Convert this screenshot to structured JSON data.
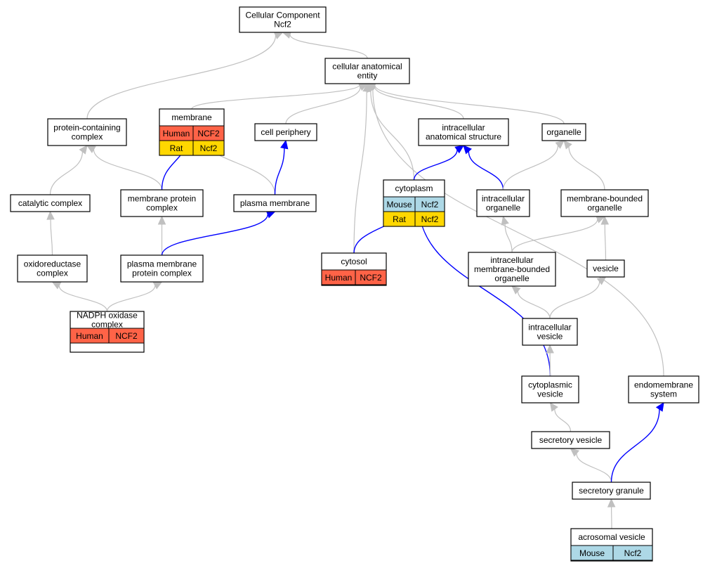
{
  "colors": {
    "edge_default": "#c0c0c0",
    "edge_highlight": "#0000ff",
    "human": "#ff6347",
    "rat": "#ffd700",
    "mouse": "#add8e6",
    "node_border": "#000000",
    "node_fill": "#ffffff"
  },
  "nodes": {
    "root": {
      "lines": [
        "Cellular Component",
        "Ncf2"
      ]
    },
    "cae": {
      "lines": [
        "cellular anatomical",
        "entity"
      ]
    },
    "pcc": {
      "lines": [
        "protein-containing",
        "complex"
      ]
    },
    "membrane": {
      "lines": [
        "membrane"
      ],
      "annotations": [
        {
          "species": "Human",
          "gene": "NCF2"
        },
        {
          "species": "Rat",
          "gene": "Ncf2"
        }
      ]
    },
    "cellper": {
      "lines": [
        "cell periphery"
      ]
    },
    "ias": {
      "lines": [
        "intracellular",
        "anatomical structure"
      ]
    },
    "organelle": {
      "lines": [
        "organelle"
      ]
    },
    "catalytic": {
      "lines": [
        "catalytic complex"
      ]
    },
    "mpc": {
      "lines": [
        "membrane protein",
        "complex"
      ]
    },
    "pm": {
      "lines": [
        "plasma membrane"
      ]
    },
    "cytoplasm": {
      "lines": [
        "cytoplasm"
      ],
      "annotations": [
        {
          "species": "Mouse",
          "gene": "Ncf2"
        },
        {
          "species": "Rat",
          "gene": "Ncf2"
        }
      ]
    },
    "iorg": {
      "lines": [
        "intracellular",
        "organelle"
      ]
    },
    "mbo": {
      "lines": [
        "membrane-bounded",
        "organelle"
      ]
    },
    "oxido": {
      "lines": [
        "oxidoreductase",
        "complex"
      ]
    },
    "pmpc": {
      "lines": [
        "plasma membrane",
        "protein complex"
      ]
    },
    "cytosol": {
      "lines": [
        "cytosol"
      ],
      "annotations": [
        {
          "species": "Human",
          "gene": "NCF2"
        }
      ]
    },
    "imbo": {
      "lines": [
        "intracellular",
        "membrane-bounded",
        "organelle"
      ]
    },
    "vesicle": {
      "lines": [
        "vesicle"
      ]
    },
    "nadph": {
      "lines": [
        "NADPH oxidase",
        "complex"
      ],
      "annotations": [
        {
          "species": "Human",
          "gene": "NCF2"
        }
      ]
    },
    "ivesicle": {
      "lines": [
        "intracellular",
        "vesicle"
      ]
    },
    "cvesicle": {
      "lines": [
        "cytoplasmic",
        "vesicle"
      ]
    },
    "endo": {
      "lines": [
        "endomembrane",
        "system"
      ]
    },
    "svesicle": {
      "lines": [
        "secretory vesicle"
      ]
    },
    "sgranule": {
      "lines": [
        "secretory granule"
      ]
    },
    "acro": {
      "lines": [
        "acrosomal vesicle"
      ],
      "annotations": [
        {
          "species": "Mouse",
          "gene": "Ncf2"
        }
      ]
    }
  },
  "edges": [
    {
      "from": "cae",
      "to": "root",
      "highlight": false
    },
    {
      "from": "pcc",
      "to": "root",
      "highlight": false
    },
    {
      "from": "membrane",
      "to": "cae",
      "highlight": false
    },
    {
      "from": "cellper",
      "to": "cae",
      "highlight": false
    },
    {
      "from": "ias",
      "to": "cae",
      "highlight": false
    },
    {
      "from": "organelle",
      "to": "cae",
      "highlight": false
    },
    {
      "from": "cytoplasm",
      "to": "cae",
      "highlight": false
    },
    {
      "from": "cytosol",
      "to": "cae",
      "highlight": false
    },
    {
      "from": "endo",
      "to": "cae",
      "highlight": false
    },
    {
      "from": "catalytic",
      "to": "pcc",
      "highlight": false
    },
    {
      "from": "mpc",
      "to": "pcc",
      "highlight": false
    },
    {
      "from": "mpc",
      "to": "membrane",
      "highlight": true
    },
    {
      "from": "pm",
      "to": "membrane",
      "highlight": false
    },
    {
      "from": "pm",
      "to": "cellper",
      "highlight": true
    },
    {
      "from": "cytoplasm",
      "to": "ias",
      "highlight": true
    },
    {
      "from": "iorg",
      "to": "ias",
      "highlight": true
    },
    {
      "from": "iorg",
      "to": "organelle",
      "highlight": false
    },
    {
      "from": "mbo",
      "to": "organelle",
      "highlight": false
    },
    {
      "from": "oxido",
      "to": "catalytic",
      "highlight": false
    },
    {
      "from": "pmpc",
      "to": "mpc",
      "highlight": false
    },
    {
      "from": "pmpc",
      "to": "pm",
      "highlight": true
    },
    {
      "from": "cytosol",
      "to": "cytoplasm",
      "highlight": true
    },
    {
      "from": "cvesicle",
      "to": "cytoplasm",
      "highlight": true
    },
    {
      "from": "imbo",
      "to": "iorg",
      "highlight": false
    },
    {
      "from": "imbo",
      "to": "mbo",
      "highlight": false
    },
    {
      "from": "vesicle",
      "to": "mbo",
      "highlight": false
    },
    {
      "from": "nadph",
      "to": "oxido",
      "highlight": false
    },
    {
      "from": "nadph",
      "to": "pmpc",
      "highlight": false
    },
    {
      "from": "ivesicle",
      "to": "imbo",
      "highlight": false
    },
    {
      "from": "ivesicle",
      "to": "vesicle",
      "highlight": false
    },
    {
      "from": "cvesicle",
      "to": "ivesicle",
      "highlight": false
    },
    {
      "from": "svesicle",
      "to": "cvesicle",
      "highlight": false
    },
    {
      "from": "sgranule",
      "to": "svesicle",
      "highlight": false
    },
    {
      "from": "sgranule",
      "to": "endo",
      "highlight": true
    },
    {
      "from": "acro",
      "to": "sgranule",
      "highlight": false
    }
  ]
}
